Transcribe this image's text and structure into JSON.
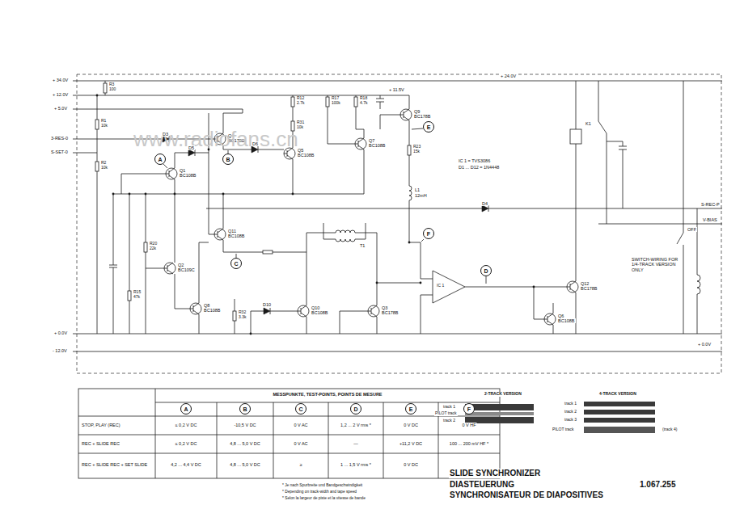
{
  "diagram": {
    "title": "SLIDE SYNCHRONIZER",
    "nodes": [
      {
        "text": [
          "A"
        ]
      },
      {
        "text": [
          "B"
        ]
      },
      {
        "text": [
          "C"
        ]
      },
      {
        "text": [
          "D"
        ]
      },
      {
        "text": [
          "E"
        ]
      },
      {
        "text": [
          "F"
        ]
      },
      {
        "text": [
          "A"
        ]
      },
      {
        "text": [
          "B"
        ]
      },
      {
        "text": [
          "C"
        ]
      },
      {
        "text": [
          "D"
        ]
      },
      {
        "text": [
          "E"
        ]
      },
      {
        "text": [
          "F"
        ]
      }
    ],
    "labels": [
      "+ 34.0V",
      "+ 12.0V",
      "+ 5.0V",
      "3-RES-0",
      "S-SET-0",
      "+ 0.0V",
      "- 12.0V",
      "+ 24.0V",
      "+ 11.5V",
      "Q9",
      "BC178B",
      "Q4",
      "BC178B",
      "Q7",
      "BC108B",
      "Q5",
      "BC108B",
      "Q1",
      "BC108B",
      "Q11",
      "BC108B",
      "Q2",
      "BC109C",
      "Q8",
      "BC108B",
      "Q10",
      "BC108B",
      "Q3",
      "BC178B",
      "Q12",
      "BC178B",
      "Q6",
      "BC108B",
      "IC 1 = TVS3086",
      "D1 ... D12 = 1N4448",
      "K1",
      "L1",
      "12mH",
      "T1",
      "IC 1",
      "S-REC-P",
      "V-BIAS",
      "OFF",
      "SWITCH-WIRING FOR 1/4-TRACK VERSION ONLY",
      "+ 0.0V",
      "www.radiofans.cn",
      "D3",
      "D5",
      "D6",
      "D4",
      "D10",
      "R3",
      "100",
      "R1",
      "10k",
      "R2",
      "10k",
      "R12",
      "2.7k",
      "R17",
      "100k",
      "R18",
      "4.7k",
      "R31",
      "10k",
      "R23",
      "15k",
      "R32",
      "3.3k",
      "R20",
      "22k",
      "R15",
      "47k",
      "MESSPUNKTE, TEST-POINTS, POINTS DE MESURE",
      "STOP, PLAY (REC)",
      "≤ 0,2 V DC",
      "-10,5 V DC",
      "0 V AC",
      "1,2 ... 2 V rms *",
      "0 V DC",
      "0 V HF",
      "REC + SLIDE REC",
      "≤ 0,2 V DC",
      "4,8 ... 5,0 V DC",
      "0 V AC",
      "—",
      "+11,2 V DC",
      "100 ... 200 mV HF *",
      "REC + SLIDE REC + SET SLIDE",
      "4,2 ... 4,4 V DC",
      "4,8 ... 5,0 V DC",
      "≥",
      "1 ... 1,5 V rms *",
      "0 V DC",
      "* Je nach Spurbreite und Bandgeschwindigkeit",
      "* Depending on track-width and tape speed",
      "* Selon la largeur de piste et la vitesse de bande",
      "2-TRACK VERSION",
      "track 1",
      "PILOT track",
      "track 2",
      "4-TRACK VERSION",
      "track 1",
      "track 2",
      "track 3",
      "PILOT track",
      "(track 4)",
      "DIASTEUERUNG",
      "SYNCHRONISATEUR DE DIAPOSITIVES",
      "1.067.255"
    ]
  }
}
